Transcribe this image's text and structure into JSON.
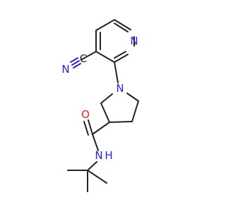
{
  "molecule": {
    "atom_labels": {
      "pyridine_n": "N",
      "nitrile_n": "N",
      "nitrile_c": "C",
      "pyrrolidine_n": "N",
      "amide_o": "O",
      "amide_n": "N",
      "amide_h": "H"
    },
    "colors": {
      "carbon": "#222222",
      "nitrogen": "#2424e0",
      "oxygen": "#e8231c"
    }
  }
}
